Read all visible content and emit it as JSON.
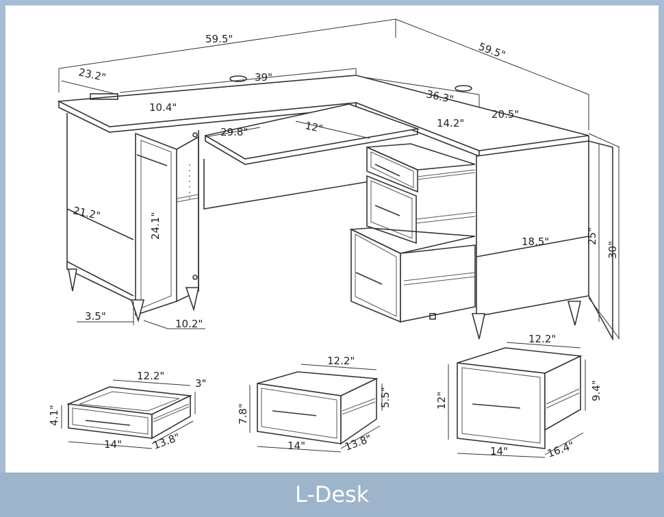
{
  "banner": {
    "title": "L-Desk"
  },
  "desk_dimensions": {
    "top_left_length": "59.5\"",
    "top_right_length": "59.5\"",
    "left_depth": "23.2\"",
    "inner_width": "39\"",
    "right_inner_depth": "36.3\"",
    "right_depth": "20.5\"",
    "cabinet_width": "10.4\"",
    "keyboard_tray_width": "29.8\"",
    "keyboard_tray_depth": "12\"",
    "drawer_opening_width": "14.2\"",
    "side_depth": "21.2\"",
    "door_height": "24.1\"",
    "leg_height": "3.5\"",
    "cabinet_depth": "10.2\"",
    "knee_depth": "18.5\"",
    "knee_height": "25\"",
    "total_height": "30\""
  },
  "drawers": [
    {
      "top_width": "12.2\"",
      "depth_label": "3\"",
      "height": "4.1\"",
      "front_width": "14\"",
      "side_depth": "13.8\""
    },
    {
      "top_width": "12.2\"",
      "depth_label": "5.5\"",
      "height": "7.8\"",
      "front_width": "14\"",
      "side_depth": "13.8\""
    },
    {
      "top_width": "12.2\"",
      "depth_label": "9.4\"",
      "height": "12\"",
      "front_width": "14\"",
      "side_depth": "16.4\""
    }
  ]
}
